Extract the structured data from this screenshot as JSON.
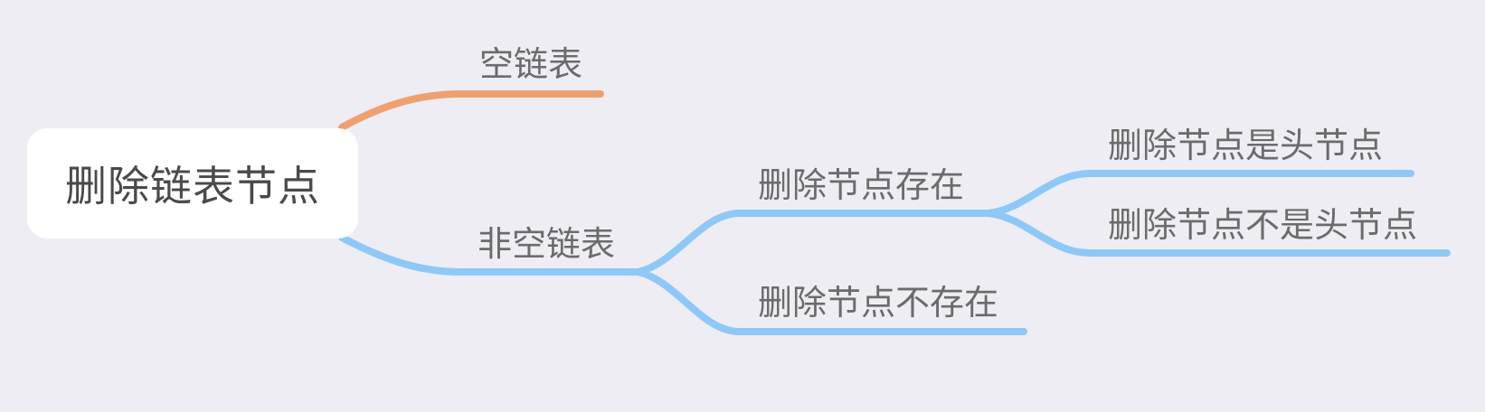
{
  "root": {
    "label": "删除链表节点"
  },
  "branches": {
    "empty_list": {
      "label": "空链表",
      "color": "#f0a070"
    },
    "non_empty_list": {
      "label": "非空链表",
      "color": "#8ec8f6",
      "children": {
        "node_exists": {
          "label": "删除节点存在",
          "children": {
            "is_head": {
              "label": "删除节点是头节点"
            },
            "not_head": {
              "label": "删除节点不是头节点"
            }
          }
        },
        "node_not_exists": {
          "label": "删除节点不存在"
        }
      }
    }
  },
  "colors": {
    "background": "#eeedf4",
    "root_fill": "#ffffff",
    "root_text": "#4a4a4a",
    "topic_text": "#6b6b6b"
  }
}
